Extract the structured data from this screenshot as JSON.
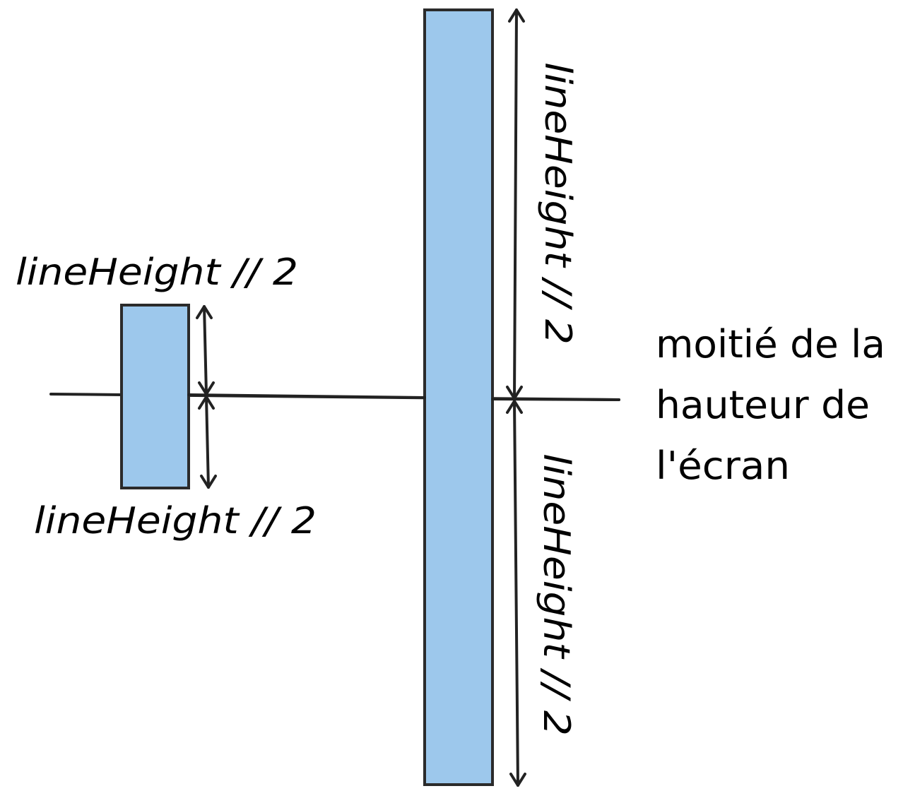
{
  "colors": {
    "bar_fill": "#9dc8ec",
    "bar_stroke": "#2b2b2b",
    "line": "#222222",
    "text": "#000000"
  },
  "labels": {
    "small_top": "lineHeight // 2",
    "small_bottom": "lineHeight // 2",
    "tall_top": "lineHeight // 2",
    "tall_bottom": "lineHeight // 2",
    "midline_line1": "moitié de la",
    "midline_line2": "hauteur de",
    "midline_line3": "l'écran"
  }
}
